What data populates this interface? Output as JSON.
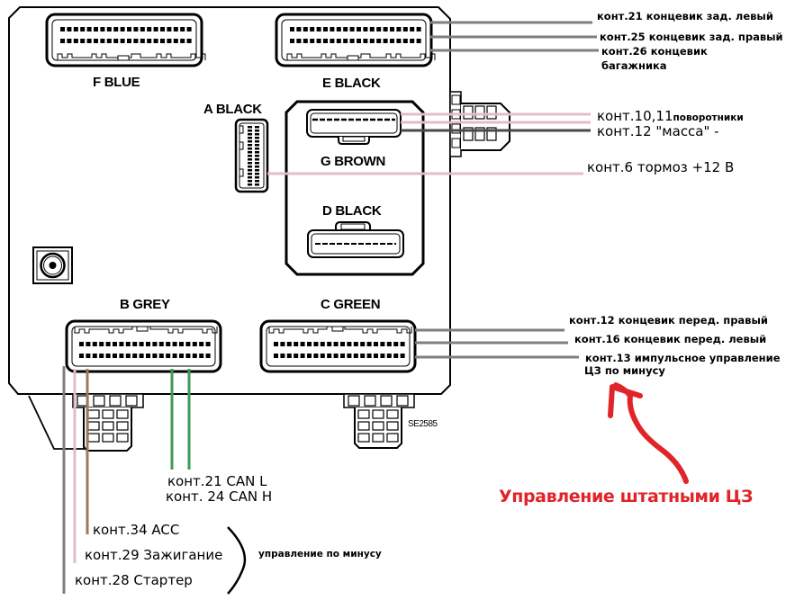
{
  "connectors": {
    "f": "F BLUE",
    "e": "E BLACK",
    "a": "A BLACK",
    "g": "G BROWN",
    "d": "D BLACK",
    "b": "B GREY",
    "c": "C GREEN"
  },
  "part_code": "SE2585",
  "wire_colors": {
    "grey": "#7f7f7f",
    "dark_grey": "#4a4a4a",
    "pink": "#e3bcc9",
    "brown": "#9b7a62",
    "green": "#3f9a5a",
    "red": "#e0242a"
  },
  "labels": {
    "e21": "конт.21 концевик зад. левый",
    "e25": "конт.25 концевик зад. правый",
    "e26_line1": "конт.26 концевик",
    "e26_line2": "багажника",
    "g1011_a": "конт.10,11",
    "g1011_b": "поворотники",
    "g12": "конт.12 \"масса\" -",
    "a6": "конт.6 тормоз +12 В",
    "c12": "конт.12 концевик перед. правый",
    "c16": "конт.16 концевик перед. левый",
    "c13_line1": "конт.13 импульсное управление",
    "c13_line2": "ЦЗ по минусу",
    "b21": "конт.21 CAN L",
    "b24": "конт. 24 CAN H",
    "b34": "конт.34 ACC",
    "b29": "конт.29 Зажигание",
    "b28": "конт.28 Стартер",
    "minus_control": "управление по минусу",
    "central_lock": "Управление штатными ЦЗ"
  }
}
